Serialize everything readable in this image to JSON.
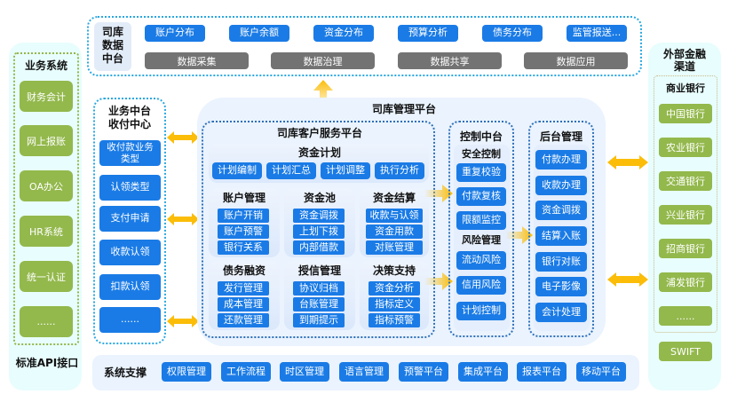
{
  "data_platform": {
    "title": "司库\n数据\n中台",
    "top_items": [
      "账户分布",
      "账户余额",
      "资金分布",
      "预算分析",
      "债务分布",
      "监管报送..."
    ],
    "bottom_items": [
      "数据采集",
      "数据治理",
      "数据共享",
      "数据应用"
    ]
  },
  "business_systems": {
    "title": "业务系统",
    "items": [
      "财务会计",
      "网上报账",
      "OA办公",
      "HR系统",
      "统一认证",
      "......"
    ],
    "footer": "标准API接口"
  },
  "business_center": {
    "title": "业务中台\n收付中心",
    "items": [
      "收付款业务\n类型",
      "认领类型",
      "支付申请",
      "收款认领",
      "扣款认领",
      "......"
    ]
  },
  "treasury_platform": {
    "title": "司库管理平台",
    "customer_service": {
      "title": "司库客户服务平台",
      "fund_plan": {
        "title": "资金计划",
        "items": [
          "计划编制",
          "计划汇总",
          "计划调整",
          "执行分析"
        ]
      },
      "modules": [
        {
          "title": "账户管理",
          "items": [
            "账户开销",
            "账户预警",
            "银行关系"
          ]
        },
        {
          "title": "资金池",
          "items": [
            "资金调拨",
            "上划下拨",
            "内部借款"
          ]
        },
        {
          "title": "资金结算",
          "items": [
            "收款与认领",
            "资金用款",
            "对账管理"
          ]
        },
        {
          "title": "债务融资",
          "items": [
            "发行管理",
            "成本管理",
            "还款管理"
          ]
        },
        {
          "title": "授信管理",
          "items": [
            "协议归档",
            "台账管理",
            "到期提示"
          ]
        },
        {
          "title": "决策支持",
          "items": [
            "资金分析",
            "指标定义",
            "指标预警"
          ]
        }
      ]
    },
    "control_center": {
      "title": "控制中台",
      "security_title": "安全控制",
      "security_items": [
        "重复校验",
        "付款复核",
        "限额监控"
      ],
      "risk_title": "风险管理",
      "risk_items": [
        "流动风险",
        "信用风险",
        "计划控制"
      ]
    },
    "back_office": {
      "title": "后台管理",
      "items": [
        "付款办理",
        "收款办理",
        "资金调拨",
        "结算入账",
        "银行对账",
        "电子影像",
        "会计处理"
      ]
    }
  },
  "system_support": {
    "title": "系统支撑",
    "items": [
      "权限管理",
      "工作流程",
      "时区管理",
      "语言管理",
      "预警平台",
      "集成平台",
      "报表平台",
      "移动平台"
    ]
  },
  "external_channels": {
    "title": "外部金融\n渠道",
    "commercial_banks_title": "商业银行",
    "banks": [
      "中国银行",
      "农业银行",
      "交通银行",
      "兴业银行",
      "招商银行",
      "浦发银行",
      "......"
    ],
    "swift": "SWIFT"
  },
  "colors": {
    "primary_blue": "#1a7be6",
    "gray": "#737373",
    "green": "#93b84c",
    "arrow": "#fbbd08",
    "panel": "#eaf3fe",
    "cyan_panel": "#e8fdfd"
  }
}
